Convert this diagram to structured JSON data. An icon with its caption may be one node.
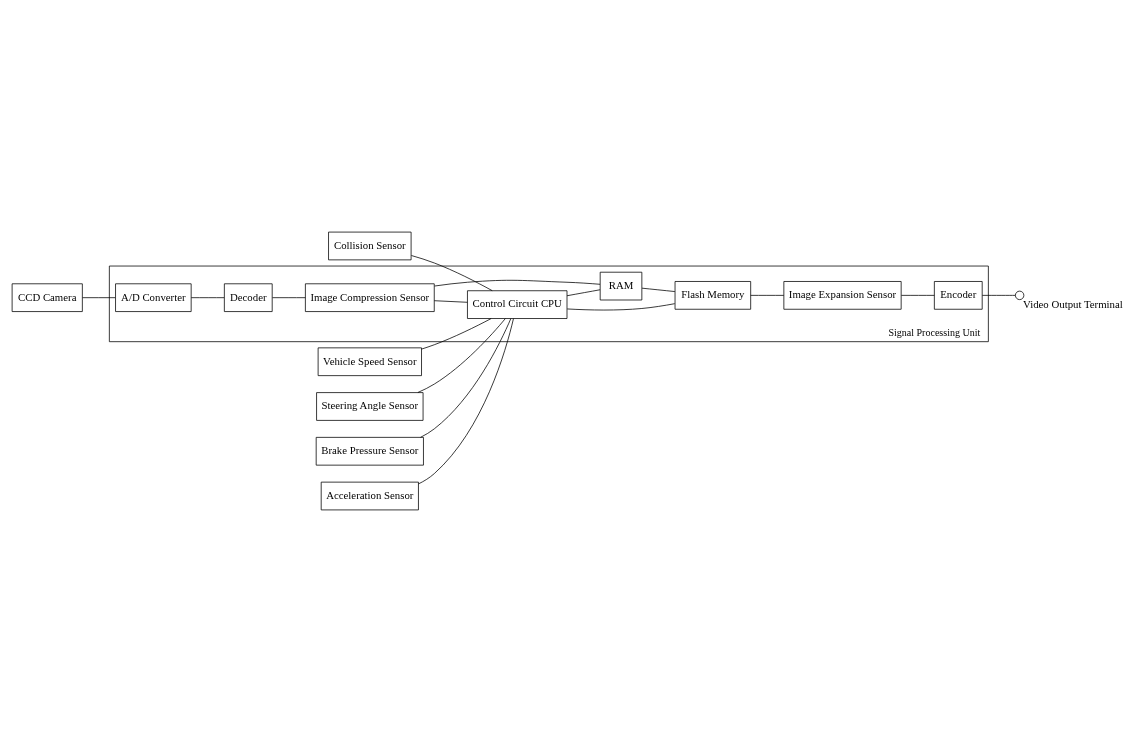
{
  "diagram": {
    "nodes": [
      {
        "text": [
          "Signal Processing Unit"
        ]
      },
      {
        "text": [
          "CCD Camera"
        ]
      },
      {
        "text": [
          "Collision Sensor"
        ]
      },
      {
        "text": [
          "Vehicle Speed Sensor"
        ]
      },
      {
        "text": [
          "Steering Angle Sensor"
        ]
      },
      {
        "text": [
          "Brake Pressure Sensor"
        ]
      },
      {
        "text": [
          "Acceleration Sensor"
        ]
      },
      {
        "text": [
          "A/D Converter"
        ],
        "in": 0
      },
      {
        "text": [
          "Decoder"
        ],
        "in": 0
      },
      {
        "text": [
          "Image Compression Sensor"
        ],
        "in": 0
      },
      {
        "text": [
          "Control Circuit CPU"
        ],
        "in": 0
      },
      {
        "text": [
          "RAM"
        ],
        "in": 0
      },
      {
        "text": [
          "Flash Memory"
        ],
        "in": 0
      },
      {
        "text": [
          "Encoder"
        ],
        "in": 0
      },
      {
        "text": [
          "Image Expansion Sensor"
        ],
        "in": 0
      },
      {
        "text": [],
        "shape": "circle",
        "beside": [
          "Video Output Terminal"
        ]
      }
    ],
    "edges": [
      {
        "from": 1,
        "to": 7,
        "arrow": "none"
      },
      {
        "from": 7,
        "to": 8,
        "arrow": "none"
      },
      {
        "from": 8,
        "to": 9,
        "arrow": "none"
      },
      {
        "from": 2,
        "to": 10,
        "arrow": "none"
      },
      {
        "from": 3,
        "to": 10,
        "arrow": "none"
      },
      {
        "from": 4,
        "to": 10,
        "arrow": "none"
      },
      {
        "from": 5,
        "to": 10,
        "arrow": "none"
      },
      {
        "from": 6,
        "to": 10,
        "arrow": "none"
      },
      {
        "from": 9,
        "to": 10,
        "arrow": "none"
      },
      {
        "from": 10,
        "to": 11,
        "arrow": "none"
      },
      {
        "from": 10,
        "to": 12,
        "arrow": "none"
      },
      {
        "from": 9,
        "to": 11,
        "arrow": "none"
      },
      {
        "from": 11,
        "to": 12,
        "arrow": "none"
      },
      {
        "from": 12,
        "to": 14,
        "arrow": "none"
      },
      {
        "from": 14,
        "to": 13,
        "arrow": "none"
      },
      {
        "from": 13,
        "to": 15,
        "arrow": "none"
      }
    ]
  }
}
